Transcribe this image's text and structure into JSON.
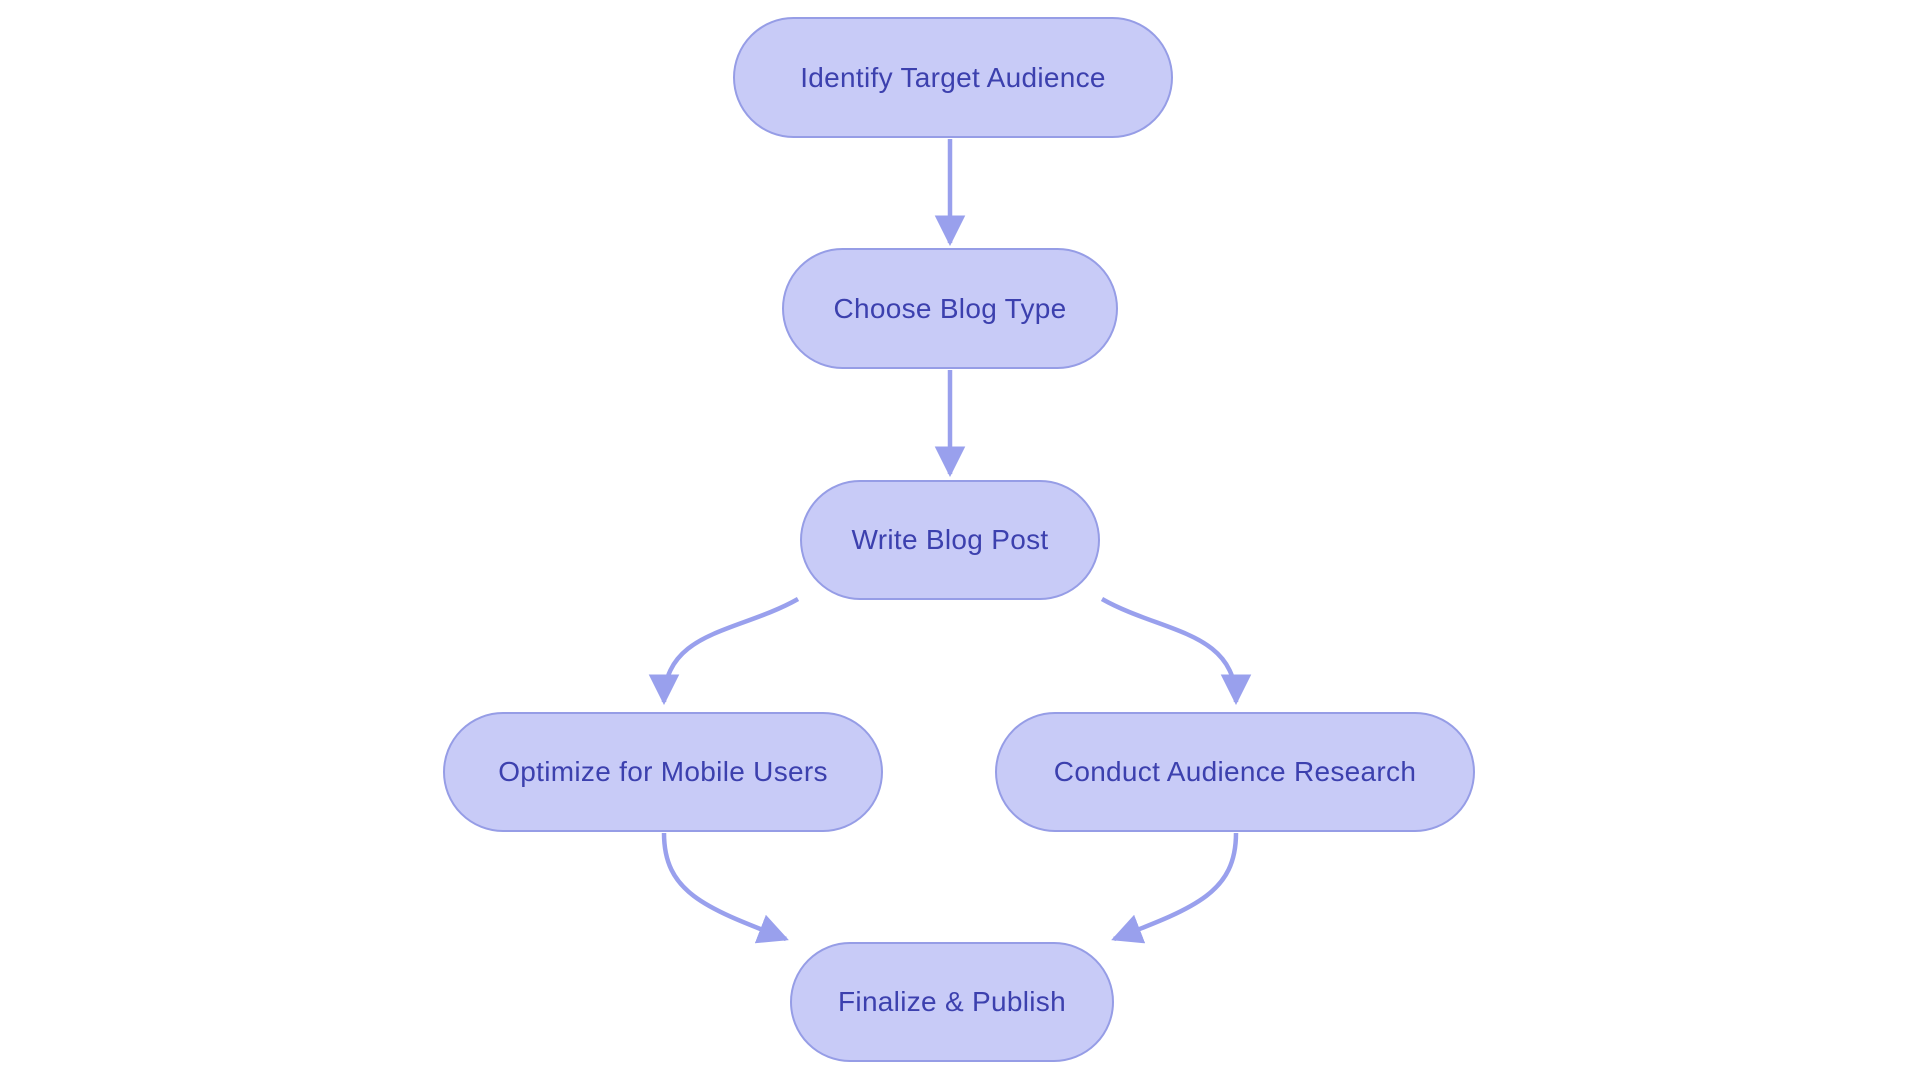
{
  "diagram": {
    "type": "flowchart",
    "direction": "top-down",
    "colors": {
      "background": "#ffffff",
      "node_fill": "#c8cbf7",
      "node_border": "#969de6",
      "node_text": "#3c40ae",
      "arrow": "#99a0ed"
    },
    "nodes": [
      {
        "id": "identify",
        "label": "Identify Target Audience"
      },
      {
        "id": "choose",
        "label": "Choose Blog Type"
      },
      {
        "id": "write",
        "label": "Write Blog Post"
      },
      {
        "id": "optimize",
        "label": "Optimize for Mobile Users"
      },
      {
        "id": "research",
        "label": "Conduct Audience Research"
      },
      {
        "id": "finalize",
        "label": "Finalize & Publish"
      }
    ],
    "edges": [
      {
        "from": "Identify Target Audience",
        "to": "Choose Blog Type"
      },
      {
        "from": "Choose Blog Type",
        "to": "Write Blog Post"
      },
      {
        "from": "Write Blog Post",
        "to": "Optimize for Mobile Users"
      },
      {
        "from": "Write Blog Post",
        "to": "Conduct Audience Research"
      },
      {
        "from": "Optimize for Mobile Users",
        "to": "Finalize & Publish"
      },
      {
        "from": "Conduct Audience Research",
        "to": "Finalize & Publish"
      }
    ]
  }
}
